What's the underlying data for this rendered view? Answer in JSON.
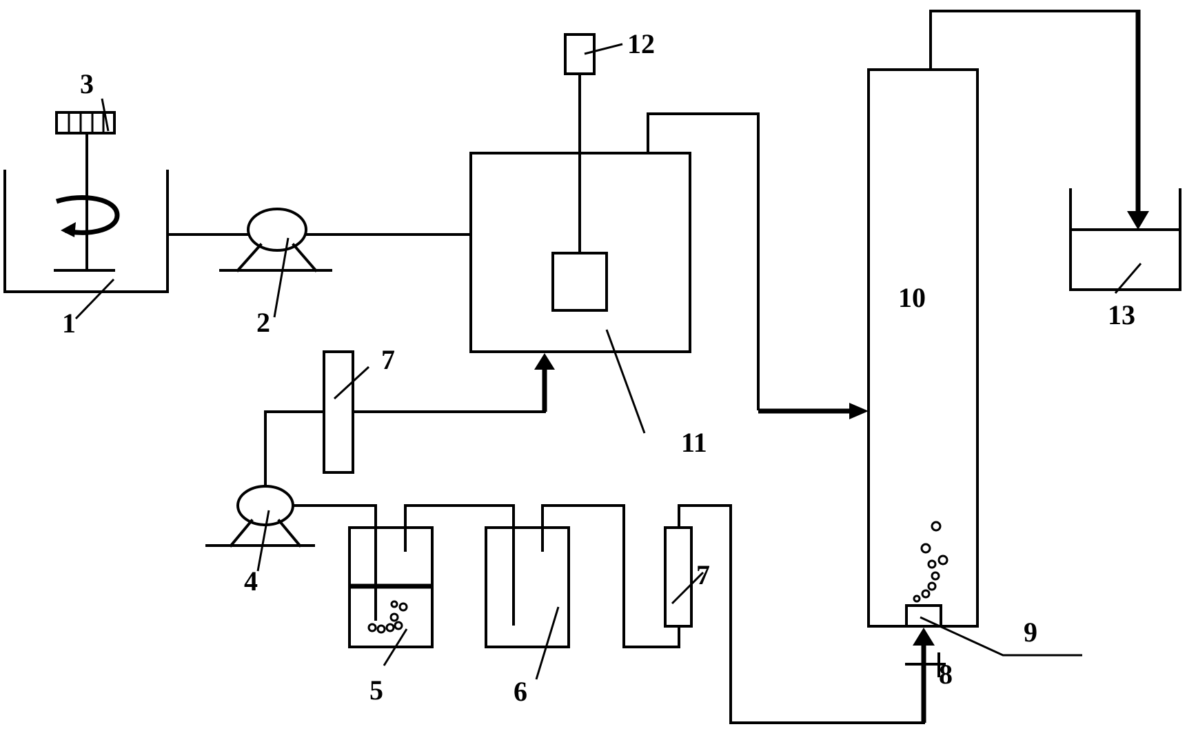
{
  "labels": {
    "tank_1": "1",
    "pump_2": "2",
    "stirrer_3": "3",
    "pump_4": "4",
    "bottle_5": "5",
    "bottle_6": "6",
    "flowmeter_7_upper": "7",
    "flowmeter_7_lower": "7",
    "valve_8": "8",
    "diffuser_9": "9",
    "column_10": "10",
    "reactor_11": "11",
    "sensor_12": "12",
    "collector_13": "13"
  }
}
